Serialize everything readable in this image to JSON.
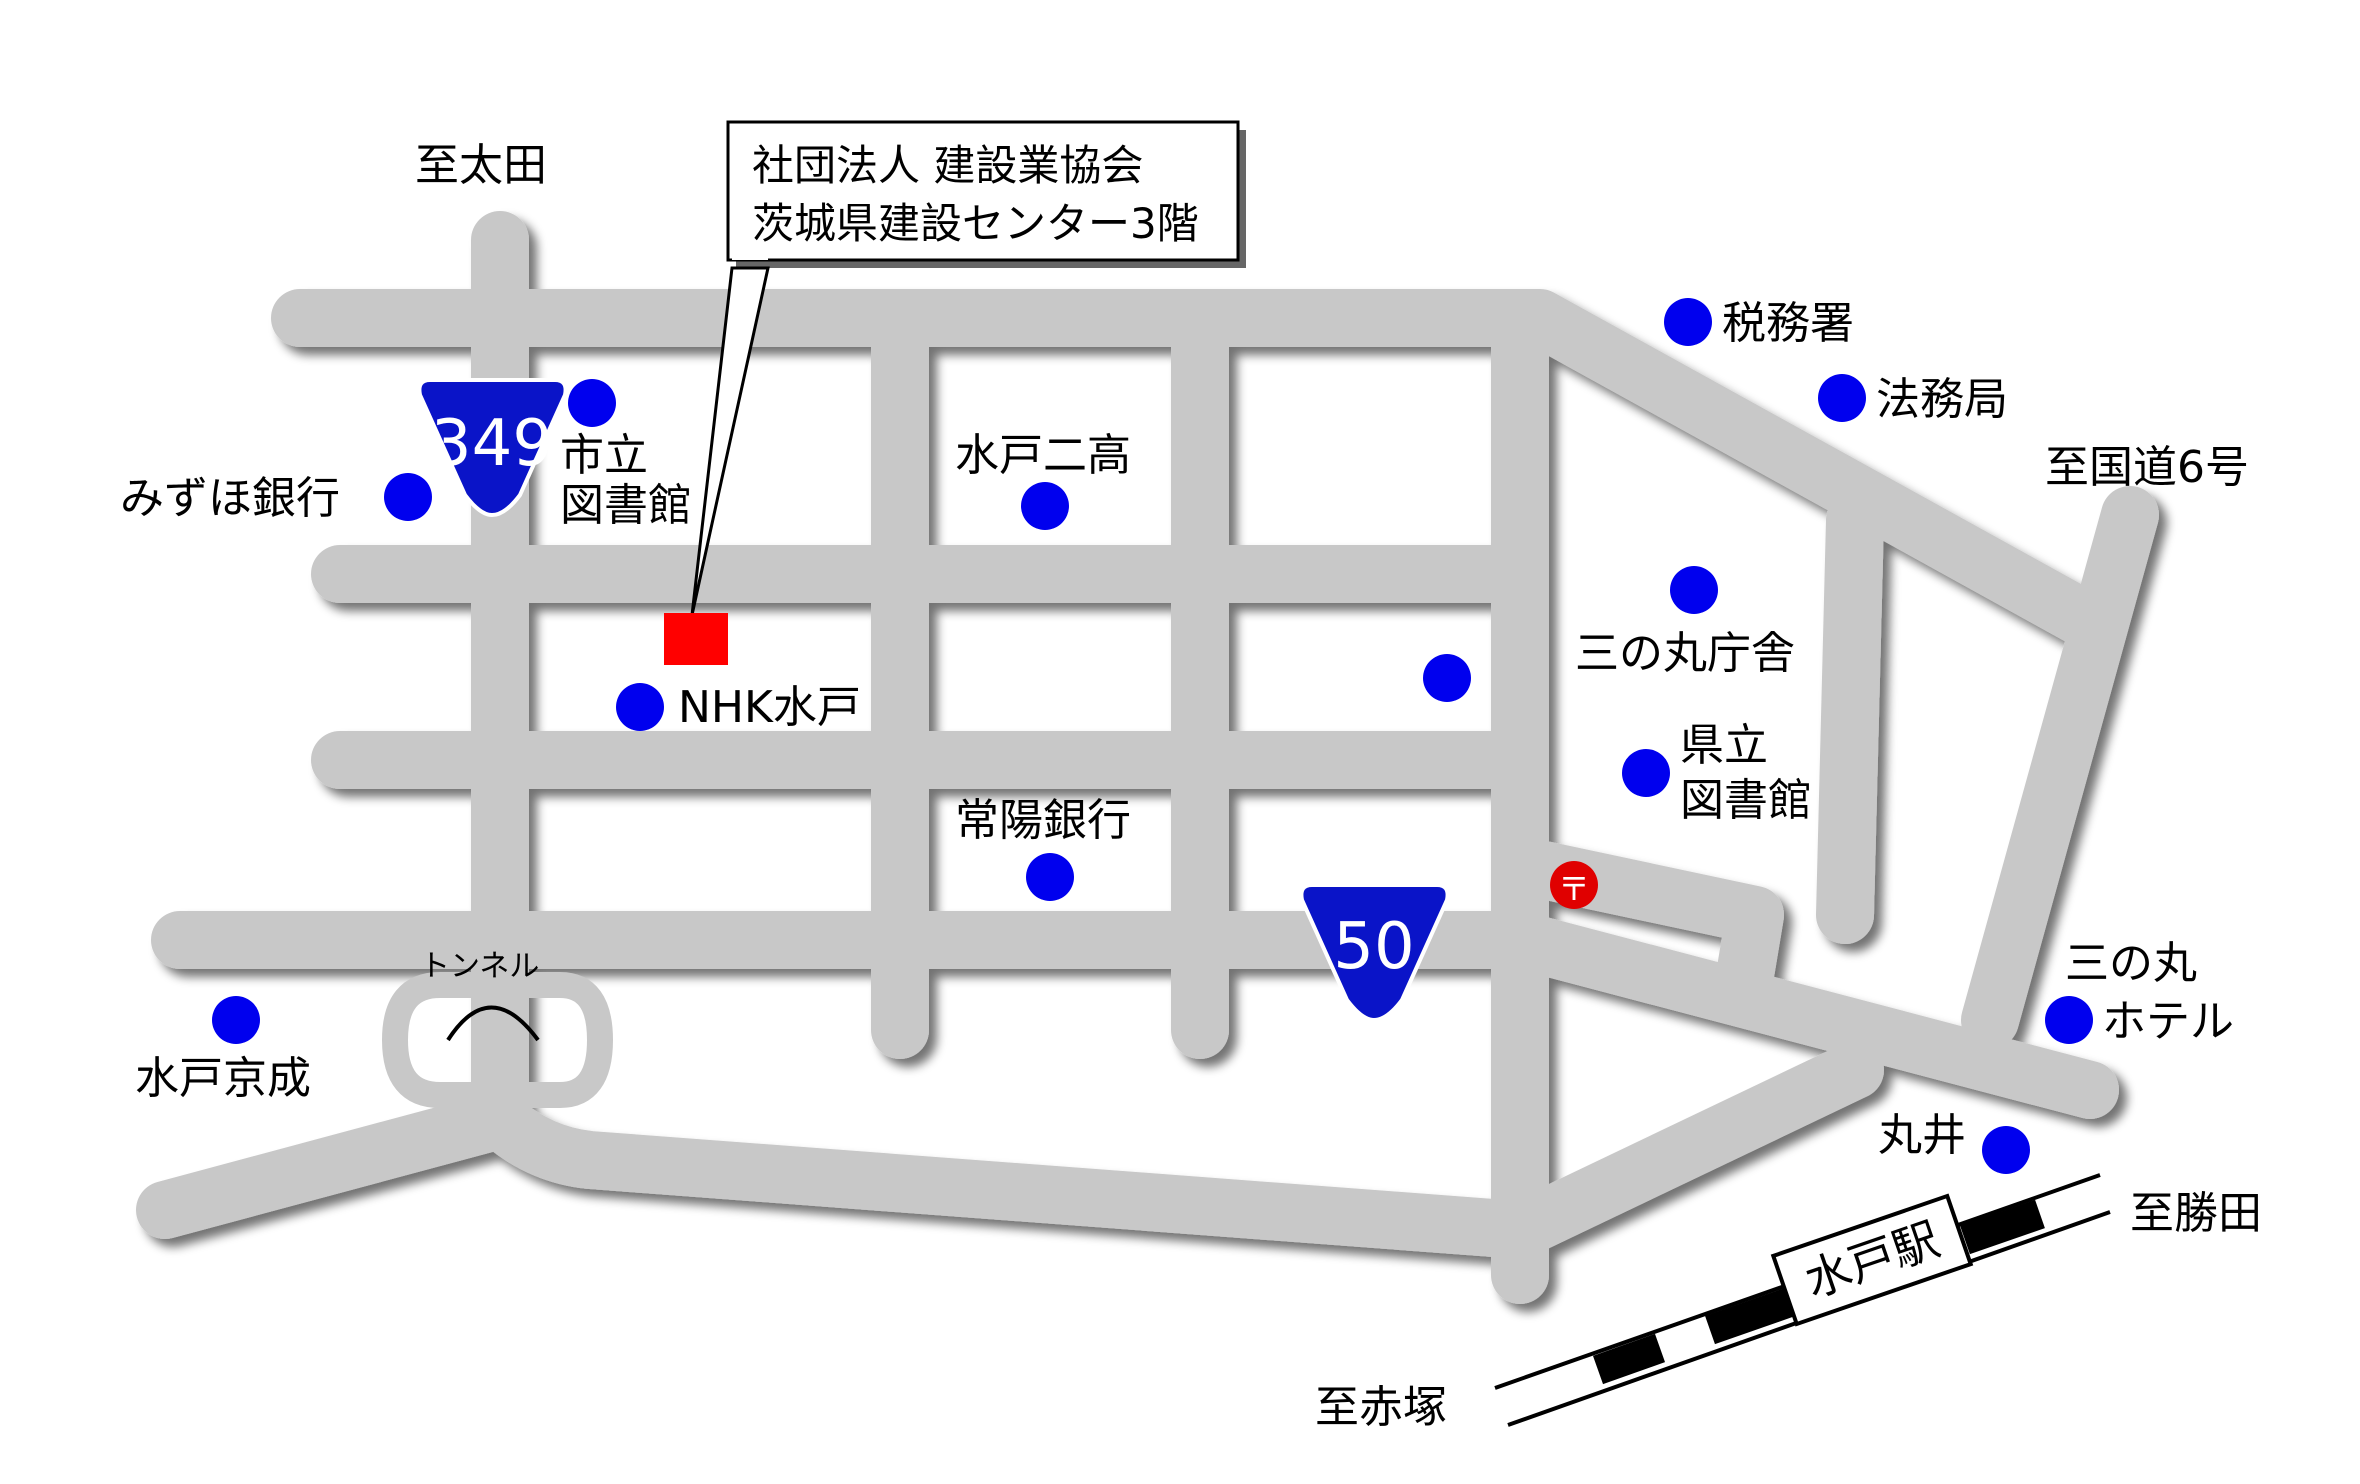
{
  "callout": {
    "line1": "社団法人 建設業協会",
    "line2": "茨城県建設センター3階"
  },
  "directions": {
    "north": "至太田",
    "east": "至国道6号",
    "southeast": "至勝田",
    "southwest": "至赤塚"
  },
  "route_shields": {
    "route_349": "349",
    "route_50": "50"
  },
  "landmarks": {
    "mizuho": "みずほ銀行",
    "city_library_1": "市立",
    "city_library_2": "図書館",
    "nhk": "NHK水戸",
    "mito_nikou": "水戸二高",
    "joyo_bank": "常陽銀行",
    "tax_office": "税務署",
    "legal_affairs": "法務局",
    "sannomaru_office": "三の丸庁舎",
    "pref_library_1": "県立",
    "pref_library_2": "図書館",
    "sannomaru_hotel_1": "三の丸",
    "sannomaru_hotel_2": "ホテル",
    "marui": "丸井",
    "mito_keisei": "水戸京成",
    "tunnel": "トンネル"
  },
  "station": "水戸駅",
  "post_office_symbol": "〒",
  "colors": {
    "road": "#c8c8c8",
    "landmark_dot": "#0000ee",
    "destination": "#ff0000",
    "shield": "#0a14c8"
  }
}
